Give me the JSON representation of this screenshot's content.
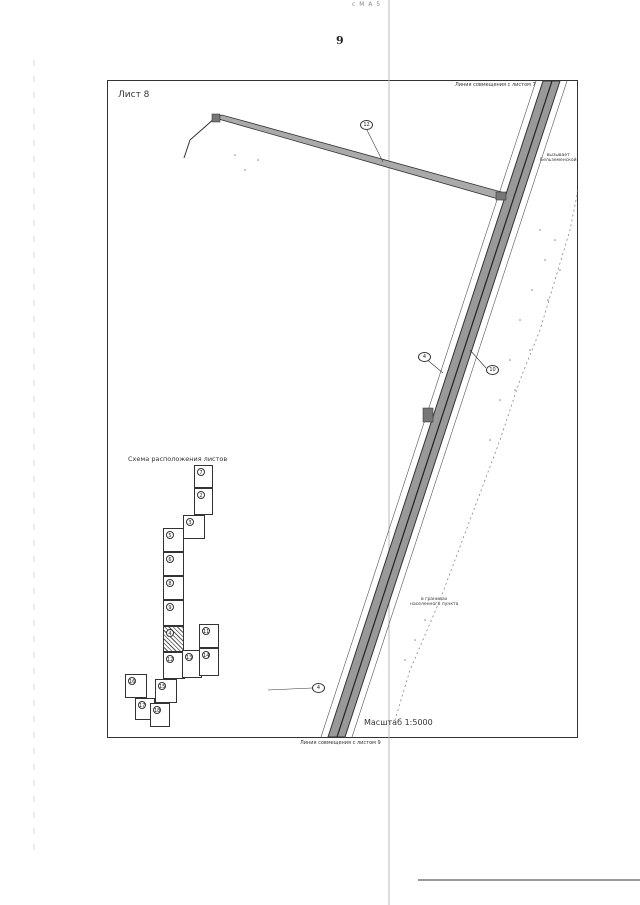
{
  "page_number": "9",
  "top_mark": "с М А 5",
  "sheet_title": "Лист 8",
  "match_line_top": "Линия совмещения с листом 7",
  "match_line_bottom": "Линия совмещения с листом 9",
  "scale_label": "Масштаб 1:5000",
  "scheme_title": "Схема расположения листов",
  "side_note_top": [
    "вызывает",
    "Бельземенской"
  ],
  "side_note_mid": [
    "в границах",
    "населенного пункта"
  ],
  "callouts": [
    "12",
    "4",
    "10",
    "4"
  ],
  "scheme_cells": [
    "7",
    "2",
    "3",
    "5",
    "6",
    "8",
    "9",
    "4",
    "11",
    "12",
    "13",
    "14",
    "15",
    "16",
    "17",
    "18"
  ]
}
